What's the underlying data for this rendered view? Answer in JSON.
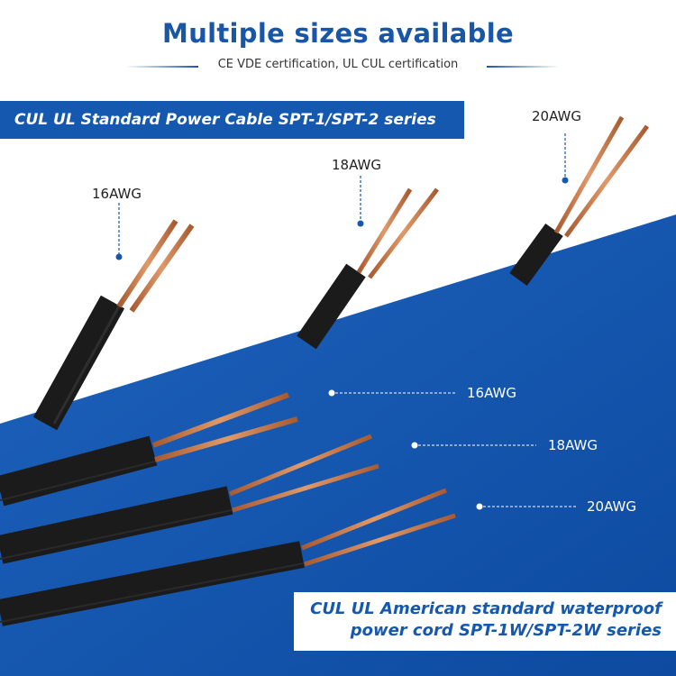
{
  "header": {
    "title": "Multiple sizes available",
    "subtitle": "CE VDE certification, UL CUL certification"
  },
  "top_section": {
    "banner": "CUL UL Standard Power Cable SPT-1/SPT-2 series",
    "labels": [
      "16AWG",
      "18AWG",
      "20AWG"
    ]
  },
  "bottom_section": {
    "labels": [
      "16AWG",
      "18AWG",
      "20AWG"
    ],
    "banner_line1": "CUL UL American standard waterproof",
    "banner_line2": "power cord SPT-1W/SPT-2W series"
  },
  "colors": {
    "brand_blue": "#1558b0",
    "title_blue": "#1756a8",
    "cable_black": "#1b1b1b",
    "copper": "#c9774a"
  },
  "icons": [
    "black-cable-icon",
    "copper-wire-icon",
    "callout-dot-icon"
  ]
}
